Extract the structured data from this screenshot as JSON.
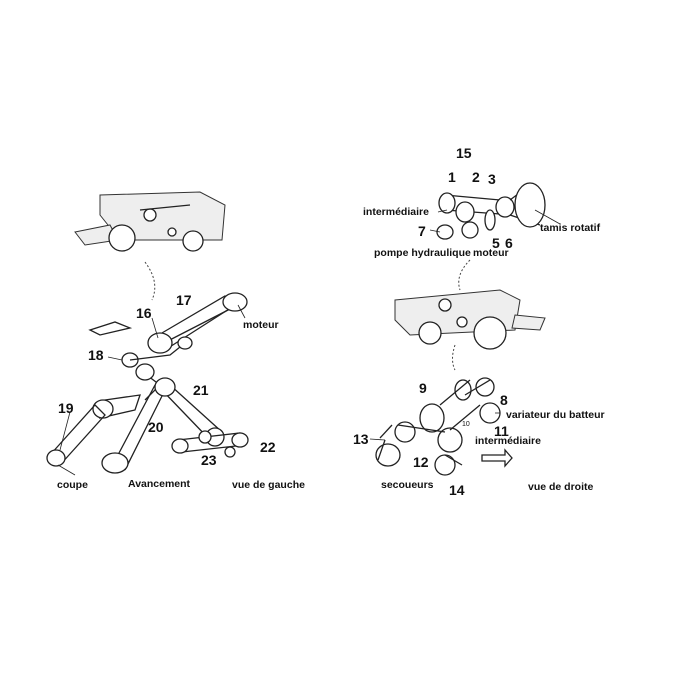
{
  "left_view": {
    "numbers": {
      "n16": "16",
      "n17": "17",
      "n18": "18",
      "n19": "19",
      "n20": "20",
      "n21": "21",
      "n22": "22",
      "n23": "23"
    },
    "labels": {
      "moteur": "moteur",
      "coupe": "coupe",
      "avancement": "Avancement",
      "vue": "vue de gauche"
    }
  },
  "right_view": {
    "numbers": {
      "n1": "1",
      "n2": "2",
      "n3": "3",
      "n5": "5",
      "n6": "6",
      "n7": "7",
      "n8": "8",
      "n9": "9",
      "n10": "10",
      "n11": "11",
      "n12": "12",
      "n13": "13",
      "n14": "14",
      "n15": "15"
    },
    "labels": {
      "intermediaire_top": "intermédiaire",
      "tamis": "tamis rotatif",
      "pompe": "pompe hydraulique",
      "moteur": "moteur",
      "variateur": "variateur du batteur",
      "intermediaire_bottom": "intermédiaire",
      "secoueurs": "secoueurs",
      "vue": "vue de droite"
    }
  }
}
